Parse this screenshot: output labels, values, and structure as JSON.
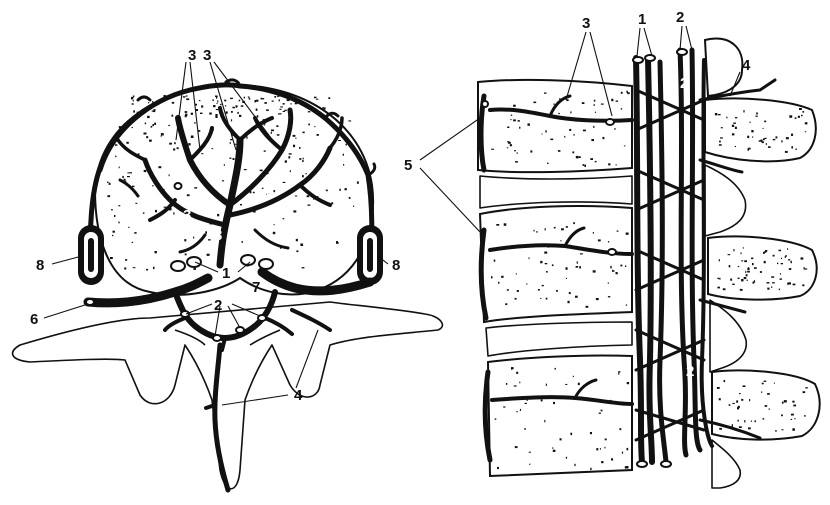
{
  "labels": {
    "n1": "1",
    "n2": "2",
    "n3": "3",
    "n4": "4",
    "n5": "5",
    "n6": "6",
    "n7": "7",
    "n8": "8"
  },
  "colors": {
    "ink": "#111111",
    "paper": "#ffffff"
  }
}
